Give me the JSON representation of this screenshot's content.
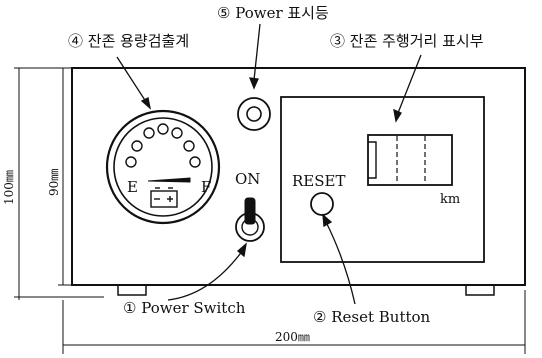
{
  "labels": {
    "remaining_capacity_gauge": "④ 잔존 용량검출계",
    "power_indicator": "⑤ Power 표시등",
    "remaining_distance_display": "③ 잔존 주행거리 표시부",
    "power_switch": "① Power Switch",
    "reset_button": "② Reset Button"
  },
  "panel_text": {
    "gauge_empty": "E",
    "gauge_full": "F",
    "switch_on": "ON",
    "reset": "RESET",
    "unit_km": "km"
  },
  "dimensions": {
    "height_outer": "100㎜",
    "height_inner": "90㎜",
    "width": "200㎜"
  },
  "colors": {
    "line": "#111111",
    "background": "#ffffff"
  }
}
